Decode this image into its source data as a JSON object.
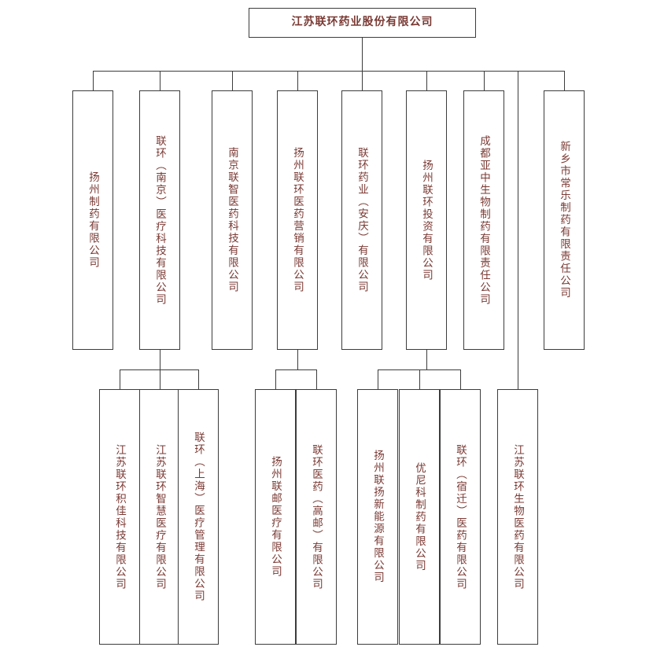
{
  "org": {
    "root": {
      "name": "江苏联环药业股份有限公司"
    },
    "row1": [
      {
        "name": "扬州制药有限公司",
        "parent": "江苏联环药业股份有限公司"
      },
      {
        "name": "联环（南京）医疗科技有限公司",
        "parent": "江苏联环药业股份有限公司"
      },
      {
        "name": "南京联智医药科技有限公司",
        "parent": "江苏联环药业股份有限公司"
      },
      {
        "name": "扬州联环医药营销有限公司",
        "parent": "江苏联环药业股份有限公司"
      },
      {
        "name": "联环药业（安庆）有限公司",
        "parent": "江苏联环药业股份有限公司"
      },
      {
        "name": "扬州联环投资有限公司",
        "parent": "江苏联环药业股份有限公司"
      },
      {
        "name": "成都亚中生物制药有限责任公司",
        "parent": "江苏联环药业股份有限公司"
      },
      {
        "name": "新乡市常乐制药有限责任公司",
        "parent": "江苏联环药业股份有限公司"
      }
    ],
    "row2": [
      {
        "name": "江苏联环积佳科技有限公司",
        "parent": "联环（南京）医疗科技有限公司"
      },
      {
        "name": "江苏联环智慧医疗有限公司",
        "parent": "联环（南京）医疗科技有限公司"
      },
      {
        "name": "联环（上海）医疗管理有限公司",
        "parent": "联环（南京）医疗科技有限公司"
      },
      {
        "name": "扬州联邮医疗有限公司",
        "parent": "扬州联环医药营销有限公司"
      },
      {
        "name": "联环医药（高邮）有限公司",
        "parent": "扬州联环医药营销有限公司"
      },
      {
        "name": "扬州联扬新能源有限公司",
        "parent": "扬州联环投资有限公司"
      },
      {
        "name": "优尼科制药有限公司",
        "parent": "扬州联环投资有限公司"
      },
      {
        "name": "联环（宿迁）医药有限公司",
        "parent": "扬州联环投资有限公司"
      },
      {
        "name": "江苏联环生物医药有限公司",
        "parent": "江苏联环药业股份有限公司"
      }
    ]
  },
  "colors": {
    "text": "#7a3a34",
    "line": "#3c3c3c",
    "box_bg": "#ffffff",
    "page_bg": "#ffffff"
  }
}
